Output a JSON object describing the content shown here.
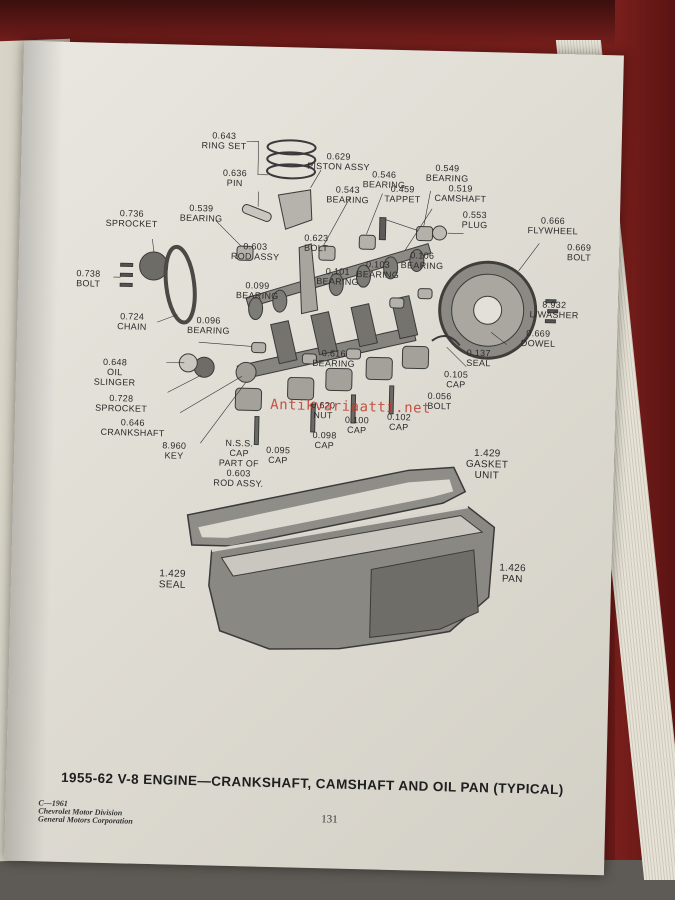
{
  "labels": {
    "ring_set": {
      "num": "0.643",
      "name": "RING SET"
    },
    "piston_assy": {
      "num": "0.629",
      "name": "PISTON ASSY"
    },
    "pin": {
      "num": "0.636",
      "name": "PIN"
    },
    "bearing_546": {
      "num": "0.546",
      "name": "BEARING"
    },
    "bearing_549": {
      "num": "0.549",
      "name": "BEARING"
    },
    "bearing_543": {
      "num": "0.543",
      "name": "BEARING"
    },
    "tappet": {
      "num": "0.459",
      "name": "TAPPET"
    },
    "camshaft": {
      "num": "0.519",
      "name": "CAMSHAFT"
    },
    "sprocket_736": {
      "num": "0.736",
      "name": "SPROCKET"
    },
    "bearing_539": {
      "num": "0.539",
      "name": "BEARING"
    },
    "plug": {
      "num": "0.553",
      "name": "PLUG"
    },
    "flywheel": {
      "num": "0.666",
      "name": "FLYWHEEL"
    },
    "bolt_623": {
      "num": "0.623",
      "name": "BOLT"
    },
    "rod_assy": {
      "num": "0.603",
      "name": "ROD ASSY"
    },
    "bolt_669": {
      "num": "0.669",
      "name": "BOLT"
    },
    "bolt_738": {
      "num": "0.738",
      "name": "BOLT"
    },
    "bearing_101": {
      "num": "0.101",
      "name": "BEARING"
    },
    "bearing_103": {
      "num": "0.103",
      "name": "BEARING"
    },
    "bearing_106": {
      "num": "0.106",
      "name": "BEARING"
    },
    "bearing_099": {
      "num": "0.099",
      "name": "BEARING"
    },
    "l_washer": {
      "num": "8.932",
      "name": "L/WASHER"
    },
    "chain": {
      "num": "0.724",
      "name": "CHAIN"
    },
    "bearing_096": {
      "num": "0.096",
      "name": "BEARING"
    },
    "dowel": {
      "num": "0.669",
      "name": "DOWEL"
    },
    "seal_137": {
      "num": "0.137",
      "name": "SEAL"
    },
    "bearing_616": {
      "num": "0.616",
      "name": "BEARING"
    },
    "oil_slinger": {
      "num": "0.648",
      "name1": "OIL",
      "name2": "SLINGER"
    },
    "cap_105": {
      "num": "0.105",
      "name": "CAP"
    },
    "bolt_056": {
      "num": "0.056",
      "name": "BOLT"
    },
    "sprocket_728": {
      "num": "0.728",
      "name": "SPROCKET"
    },
    "crankshaft": {
      "num": "0.646",
      "name": "CRANKSHAFT"
    },
    "nut": {
      "num": "0.620",
      "name": "NUT"
    },
    "cap_100": {
      "num": "0.100",
      "name": "CAP"
    },
    "cap_102": {
      "num": "0.102",
      "name": "CAP"
    },
    "cap_098": {
      "num": "0.098",
      "name": "CAP"
    },
    "key": {
      "num": "8.960",
      "name": "KEY"
    },
    "nss_cap": {
      "l1": "N.S.S.",
      "l2": "CAP",
      "l3": "PART OF",
      "l4": "0.603",
      "l5": "ROD ASSY."
    },
    "cap_095": {
      "num": "0.095",
      "name": "CAP"
    },
    "gasket_unit": {
      "num": "1.429",
      "name1": "GASKET",
      "name2": "UNIT"
    },
    "seal_1429": {
      "num": "1.429",
      "name": "SEAL"
    },
    "pan": {
      "num": "1.426",
      "name": "PAN"
    }
  },
  "caption": "1955-62 V-8 ENGINE—CRANKSHAFT, CAMSHAFT AND OIL PAN (TYPICAL)",
  "footer": {
    "code": "C—1961",
    "line1": "Chevrolet Motor Division",
    "line2": "General Motors Corporation"
  },
  "page_number": "131",
  "watermark": "Antikvariaatti.net",
  "colors": {
    "page": "#e4e1d9",
    "ink": "#2a2a2a",
    "metal": "#9a9892",
    "watermark": "#c0392b"
  }
}
